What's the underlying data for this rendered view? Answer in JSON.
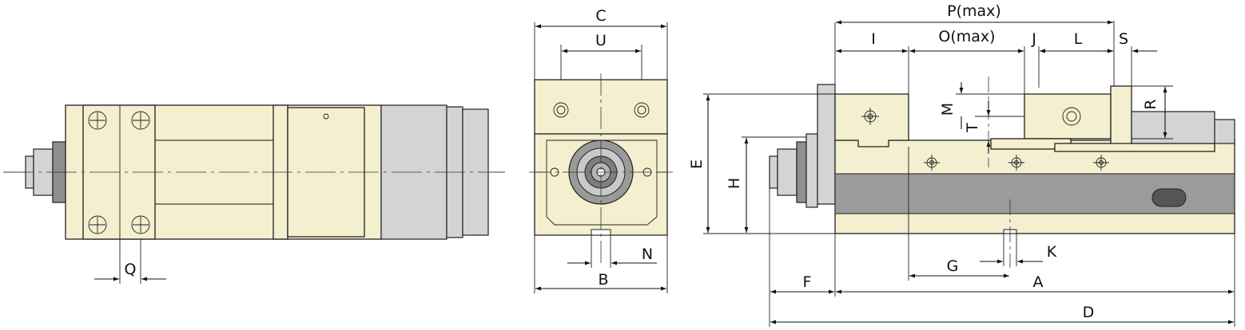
{
  "dimension_labels": {
    "Q": "Q",
    "C": "C",
    "U": "U",
    "N": "N",
    "B": "B",
    "P": "P(max)",
    "I": "I",
    "O": "O(max)",
    "J": "J",
    "L": "L",
    "S": "S",
    "M": "M",
    "T": "T",
    "R": "R",
    "E": "E",
    "H": "H",
    "G": "G",
    "K": "K",
    "F": "F",
    "A": "A",
    "D": "D"
  },
  "colors": {
    "body": "#f3efcf",
    "steel": "#d4d4d4",
    "dark_steel": "#8f8f8f",
    "line": "#111111"
  }
}
